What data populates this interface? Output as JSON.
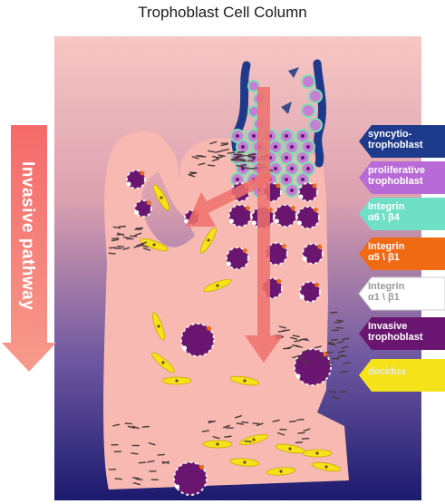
{
  "title": "Trophoblast Cell Column",
  "pathway_label": "Invasive pathway",
  "legend": [
    {
      "line1": "syncytio-",
      "line2": "trophoblast",
      "color": "#1e3a8a",
      "text_color": "#ffffff"
    },
    {
      "line1": "proliferative",
      "line2": "trophoblast",
      "color": "#b86ad6",
      "text_color": "#ffffff"
    },
    {
      "line1": "Integrin",
      "line2": "α6 \\ β4",
      "color": "#6fe0c6",
      "text_color": "#ffffff"
    },
    {
      "line1": "Integrin",
      "line2": "α5 \\ β1",
      "color": "#f06a14",
      "text_color": "#ffffff"
    },
    {
      "line1": "Integrin",
      "line2": "α1 \\ β1",
      "color": "#ffffff",
      "text_color": "#9a9a9a"
    },
    {
      "line1": "Invasive",
      "line2": "trophoblast",
      "color": "#6a1670",
      "text_color": "#ffffff"
    },
    {
      "line1": "decidua",
      "line2": "",
      "color": "#f5e21a",
      "text_color": "#e8e8e8"
    }
  ],
  "colors": {
    "panel_top": "#f7c9c6",
    "panel_bottom": "#1c1a6e",
    "tissue": "#f7b9b2",
    "arrow": "#f0706c"
  }
}
